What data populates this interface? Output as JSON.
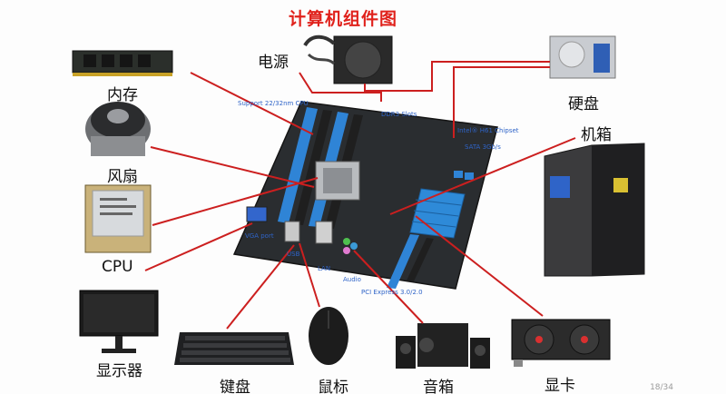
{
  "title": "计算机组件图",
  "labels": {
    "memory": "内存",
    "fan": "风扇",
    "cpu": "CPU",
    "monitor": "显示器",
    "keyboard": "键盘",
    "mouse": "鼠标",
    "speaker": "音箱",
    "graphics": "显卡",
    "psu": "电源",
    "hdd": "硬盘",
    "case": "机箱"
  },
  "annotations": {
    "cpu_support": "Support 22/32nm CPU",
    "ddr3": "DDR3 Slots",
    "chipset": "Intel® H61 Chipset",
    "sata": "SATA 3Gb/s",
    "vga": "VGA port",
    "usb": "USB",
    "lan": "LAN",
    "audio": "Audio",
    "pcie": "PCI Express 3.0/2.0"
  },
  "page_number": "18/34",
  "colors": {
    "title": "#e0221c",
    "connector": "#cc1f1f",
    "annotation": "#2f64c8",
    "board": "#2a2d30",
    "slot": "#2f84d6"
  }
}
